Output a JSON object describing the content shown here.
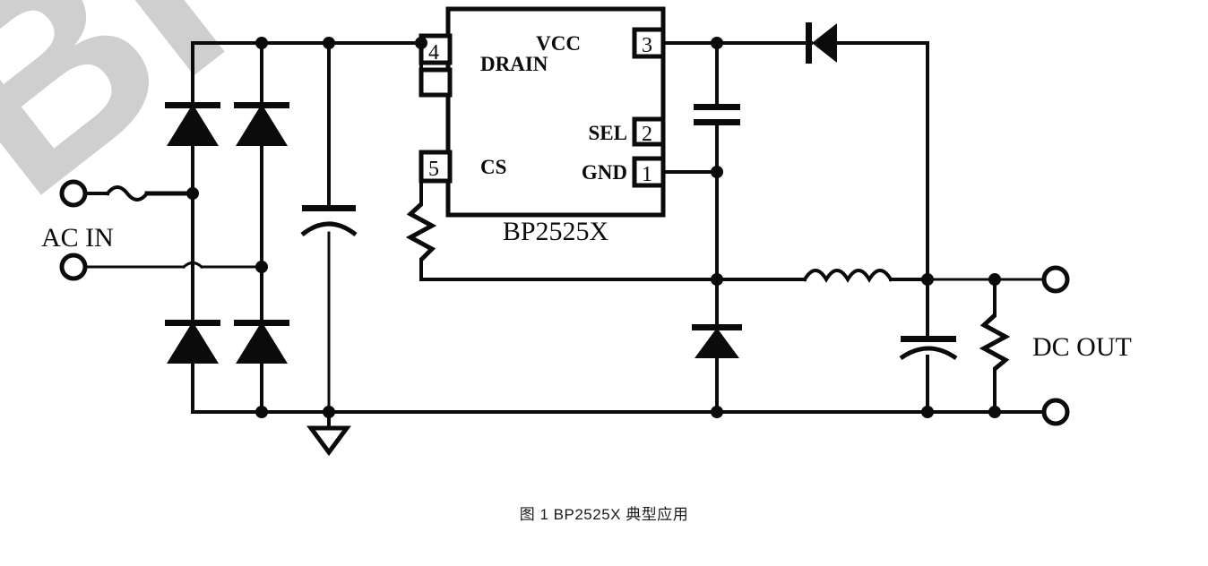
{
  "figure": {
    "caption": "图 1 BP2525X 典型应用",
    "watermark_text": "BPS",
    "ink_color": "#0b0b0b",
    "watermark_color": "#cfcfcf",
    "background_color": "#ffffff"
  },
  "chip": {
    "part_number": "BP2525X",
    "pins": [
      {
        "number": "4",
        "name": "DRAIN",
        "side": "left"
      },
      {
        "number": "5",
        "name": "CS",
        "side": "left"
      },
      {
        "number": "3",
        "name": "VCC",
        "side": "right"
      },
      {
        "number": "2",
        "name": "SEL",
        "side": "right"
      },
      {
        "number": "1",
        "name": "GND",
        "side": "right"
      }
    ]
  },
  "terminals": {
    "input_label": "AC  IN",
    "output_label": "DC OUT"
  },
  "components": {
    "bridge_diodes": [
      "D1",
      "D2",
      "D3",
      "D4"
    ],
    "input_cap": "C_IN",
    "vcc_cap": "C_VCC",
    "cs_resistor": "R_CS",
    "output_diode": "D_OUT",
    "freewheel_diode": "D_FW",
    "inductor": "L1",
    "output_cap": "C_OUT",
    "load_resistor": "R_LOAD",
    "ground_symbol": "earth-ground"
  }
}
